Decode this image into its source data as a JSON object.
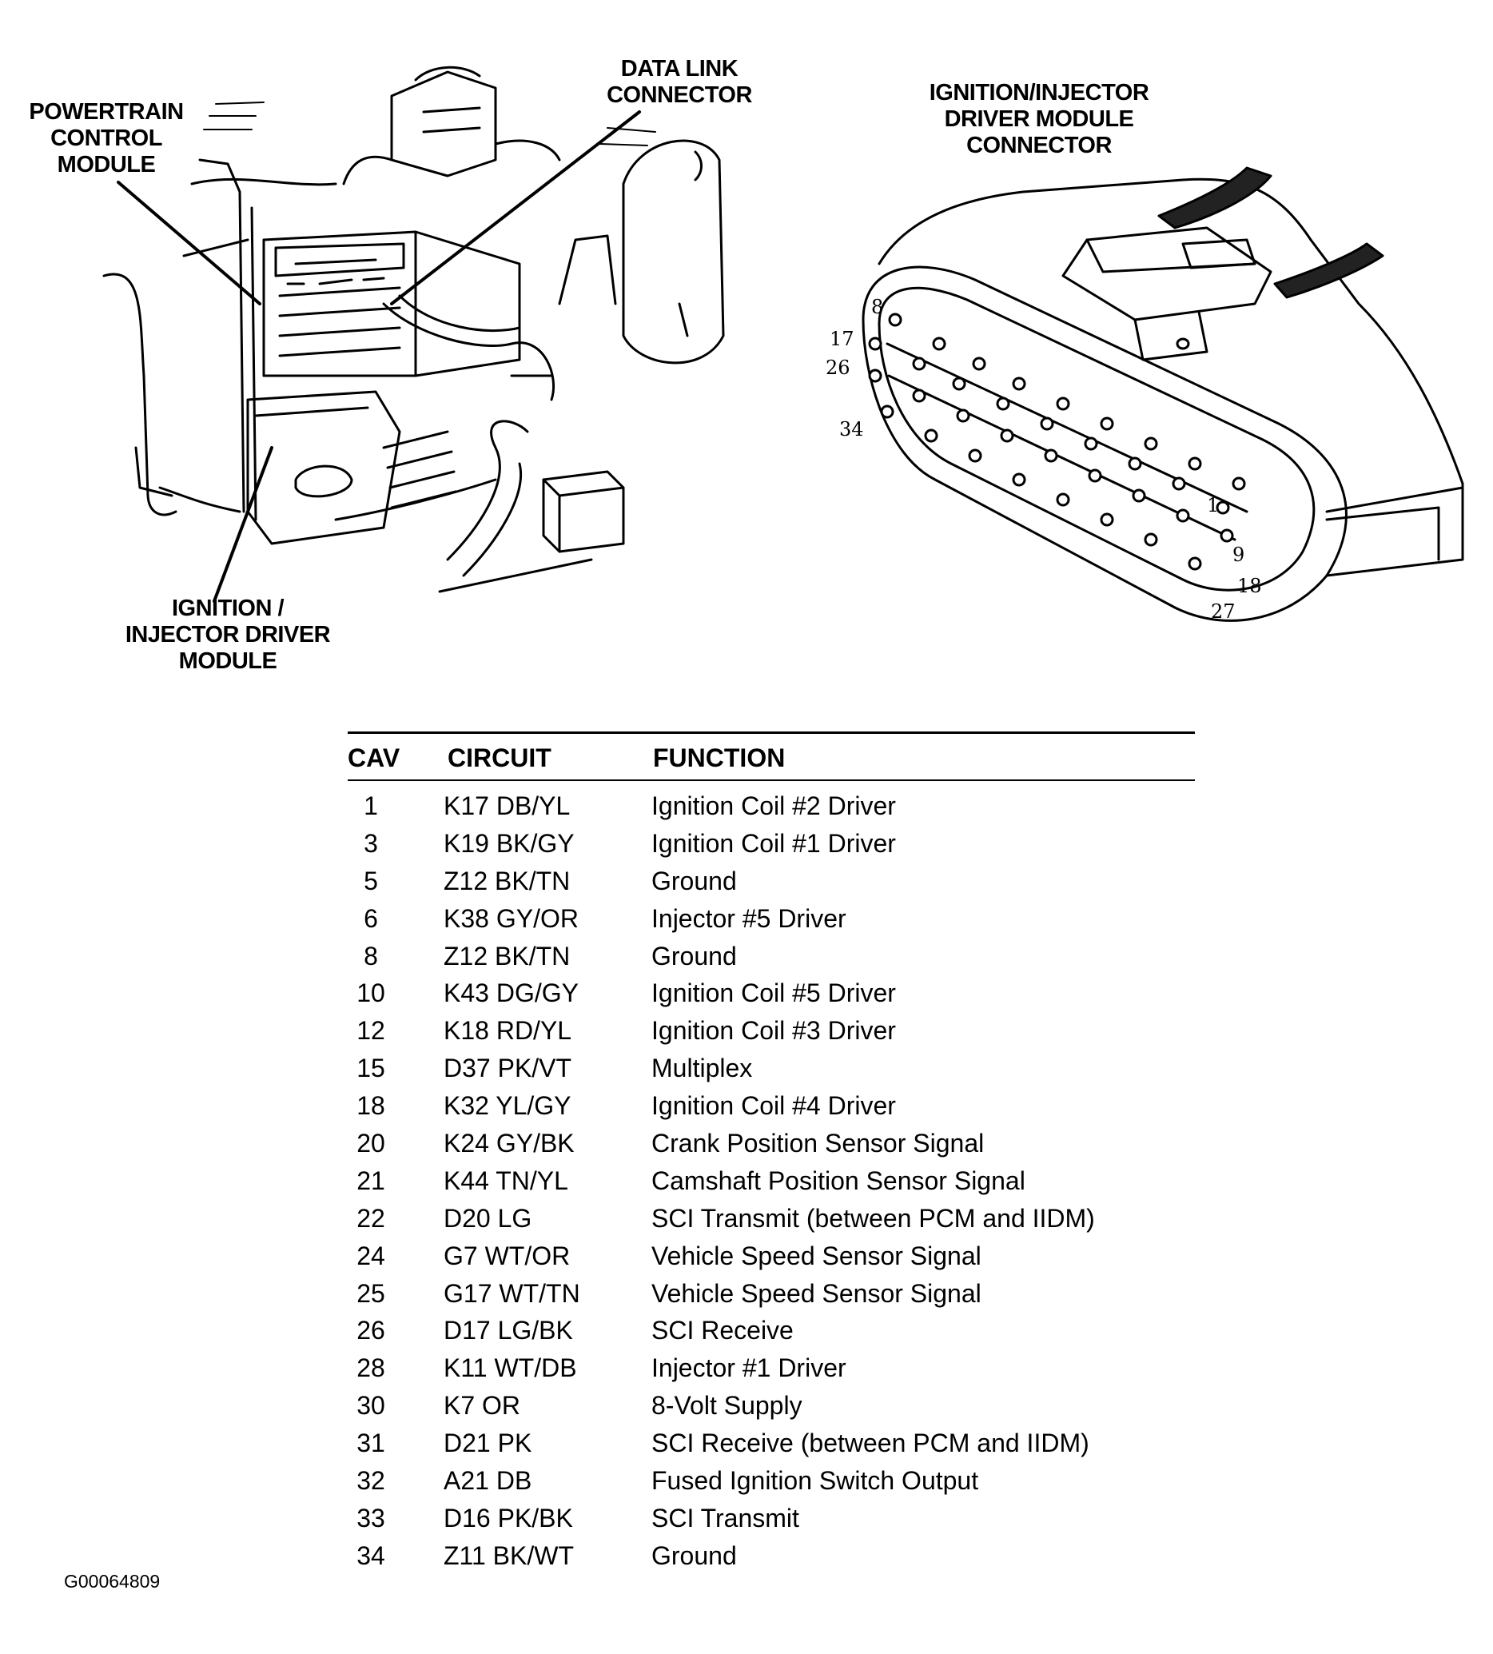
{
  "labels": {
    "pcm": [
      "POWERTRAIN",
      "CONTROL",
      "MODULE"
    ],
    "dlc": [
      "DATA LINK",
      "CONNECTOR"
    ],
    "iidm_connector": [
      "IGNITION/INJECTOR",
      "DRIVER MODULE",
      "CONNECTOR"
    ],
    "iidm": [
      "IGNITION /",
      "INJECTOR DRIVER",
      "MODULE"
    ]
  },
  "pin_numbers": [
    "8",
    "17",
    "26",
    "34",
    "1",
    "9",
    "18",
    "27"
  ],
  "table": {
    "headers": [
      "CAV",
      "CIRCUIT",
      "FUNCTION"
    ],
    "rows": [
      {
        "cav": "1",
        "circuit": "K17 DB/YL",
        "function": "Ignition Coil #2 Driver"
      },
      {
        "cav": "3",
        "circuit": "K19 BK/GY",
        "function": "Ignition Coil #1 Driver"
      },
      {
        "cav": "5",
        "circuit": "Z12 BK/TN",
        "function": "Ground"
      },
      {
        "cav": "6",
        "circuit": "K38 GY/OR",
        "function": "Injector #5 Driver"
      },
      {
        "cav": "8",
        "circuit": "Z12 BK/TN",
        "function": "Ground"
      },
      {
        "cav": "10",
        "circuit": "K43 DG/GY",
        "function": "Ignition Coil #5 Driver"
      },
      {
        "cav": "12",
        "circuit": "K18 RD/YL",
        "function": "Ignition Coil #3 Driver"
      },
      {
        "cav": "15",
        "circuit": "D37 PK/VT",
        "function": "Multiplex"
      },
      {
        "cav": "18",
        "circuit": "K32 YL/GY",
        "function": "Ignition Coil #4 Driver"
      },
      {
        "cav": "20",
        "circuit": "K24 GY/BK",
        "function": "Crank Position Sensor Signal"
      },
      {
        "cav": "21",
        "circuit": "K44 TN/YL",
        "function": "Camshaft Position Sensor Signal"
      },
      {
        "cav": "22",
        "circuit": "D20 LG",
        "function": "SCI Transmit (between PCM and IIDM)"
      },
      {
        "cav": "24",
        "circuit": "G7 WT/OR",
        "function": "Vehicle Speed Sensor Signal"
      },
      {
        "cav": "25",
        "circuit": "G17 WT/TN",
        "function": "Vehicle Speed Sensor Signal"
      },
      {
        "cav": "26",
        "circuit": "D17 LG/BK",
        "function": "SCI Receive"
      },
      {
        "cav": "28",
        "circuit": "K11 WT/DB",
        "function": "Injector #1 Driver"
      },
      {
        "cav": "30",
        "circuit": "K7 OR",
        "function": "8-Volt Supply"
      },
      {
        "cav": "31",
        "circuit": "D21 PK",
        "function": "SCI Receive (between PCM and IIDM)"
      },
      {
        "cav": "32",
        "circuit": "A21 DB",
        "function": "Fused Ignition Switch Output"
      },
      {
        "cav": "33",
        "circuit": "D16 PK/BK",
        "function": "SCI Transmit"
      },
      {
        "cav": "34",
        "circuit": "Z11 BK/WT",
        "function": "Ground"
      }
    ]
  },
  "figure_id": "G00064809"
}
